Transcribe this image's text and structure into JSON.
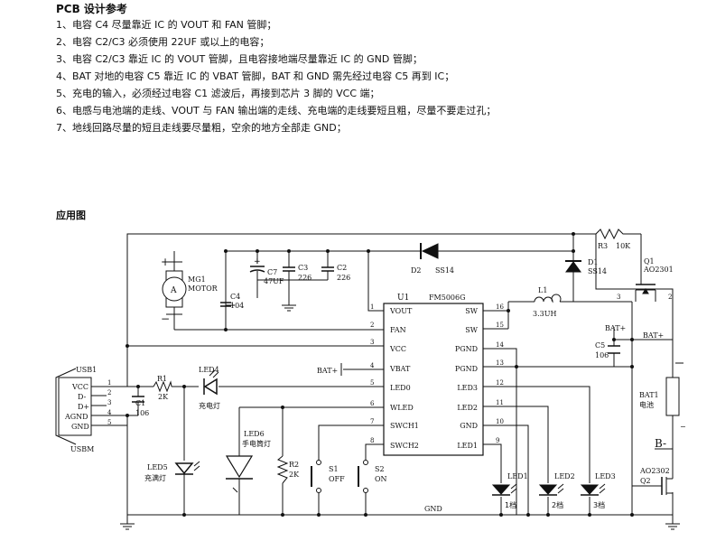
{
  "notes": {
    "title": "PCB 设计参考",
    "lines": [
      "1、电容 C4 尽量靠近 IC 的 VOUT 和 FAN 管脚；",
      "2、电容 C2/C3 必须使用 22UF 或以上的电容；",
      "3、电容 C2/C3 靠近 IC 的 VOUT 管脚，且电容接地端尽量靠近 IC 的 GND 管脚；",
      "4、BAT 对地的电容 C5 靠近 IC 的 VBAT 管脚，BAT 和 GND 需先经过电容 C5 再到 IC；",
      "5、充电的输入，必须经过电容 C1 滤波后，再接到芯片 3 脚的 VCC 端；",
      "6、电感与电池端的走线、VOUT 与 FAN 输出端的走线、充电端的走线要短且粗，尽量不要走过孔；",
      "7、地线回路尽量的短且走线要尽量粗，空余的地方全部走 GND；"
    ]
  },
  "schematic": {
    "title": "应用图",
    "ic": {
      "ref": "U1",
      "part": "FM5006G",
      "left_pins": [
        {
          "num": "1",
          "name": "VOUT"
        },
        {
          "num": "2",
          "name": "FAN"
        },
        {
          "num": "3",
          "name": "VCC"
        },
        {
          "num": "4",
          "name": "VBAT"
        },
        {
          "num": "5",
          "name": "LED0"
        },
        {
          "num": "6",
          "name": "WLED"
        },
        {
          "num": "7",
          "name": "SWCH1"
        },
        {
          "num": "8",
          "name": "SWCH2"
        }
      ],
      "right_pins": [
        {
          "num": "16",
          "name": "SW"
        },
        {
          "num": "15",
          "name": "SW"
        },
        {
          "num": "14",
          "name": "PGND"
        },
        {
          "num": "13",
          "name": "PGND"
        },
        {
          "num": "12",
          "name": "LED3"
        },
        {
          "num": "11",
          "name": "LED2"
        },
        {
          "num": "10",
          "name": "GND"
        },
        {
          "num": "9",
          "name": "LED1"
        }
      ]
    },
    "usb": {
      "ref": "USB1",
      "part": "USBM",
      "pins": [
        {
          "num": "1",
          "name": "VCC"
        },
        {
          "num": "2",
          "name": "D-"
        },
        {
          "num": "3",
          "name": "D+"
        },
        {
          "num": "4",
          "name": "AGND"
        },
        {
          "num": "5",
          "name": "GND"
        }
      ]
    },
    "motor": {
      "ref": "MG1",
      "name": "MOTOR",
      "symbol": "A",
      "plus": "+",
      "minus": "−"
    },
    "c7": {
      "ref": "C7",
      "value": "47UF",
      "plus": "+"
    },
    "c3": {
      "ref": "C3",
      "value": "226"
    },
    "c2": {
      "ref": "C2",
      "value": "226"
    },
    "c4": {
      "ref": "C4",
      "value": "104"
    },
    "c1": {
      "ref": "C1",
      "value": "106"
    },
    "c5": {
      "ref": "C5",
      "value": "106"
    },
    "d2": {
      "ref": "D2",
      "value": "SS14"
    },
    "d1": {
      "ref": "D1",
      "value": "SS14"
    },
    "r3": {
      "ref": "R3",
      "value": "10K"
    },
    "q1": {
      "ref": "Q1",
      "value": "AO2301",
      "pin3": "3",
      "pin2": "2"
    },
    "l1": {
      "ref": "L1",
      "value": "3.3UH"
    },
    "r1": {
      "ref": "R1",
      "value": "2K"
    },
    "r2": {
      "ref": "R2",
      "value": "2K"
    },
    "led4": {
      "ref": "LED4",
      "label": "充电灯"
    },
    "led5": {
      "ref": "LED5",
      "label": "充满灯"
    },
    "led6": {
      "ref": "LED6",
      "label": "手电筒灯"
    },
    "s1": {
      "ref": "S1",
      "label": "OFF"
    },
    "s2": {
      "ref": "S2",
      "label": "ON"
    },
    "led1": {
      "ref": "LED1",
      "label": "1档"
    },
    "led2": {
      "ref": "LED2",
      "label": "2档"
    },
    "led3": {
      "ref": "LED3",
      "label": "3档"
    },
    "bat1": {
      "ref": "BAT1",
      "label": "电池"
    },
    "q2": {
      "ref": "Q2",
      "value": "AO2302"
    },
    "net_labels": {
      "bat_plus": "BAT+",
      "bat_minus": "B-",
      "gnd": "GND",
      "bat_terminal_minus": "−"
    },
    "wire_numbers": [
      "1",
      "2",
      "3",
      "4",
      "5"
    ]
  }
}
